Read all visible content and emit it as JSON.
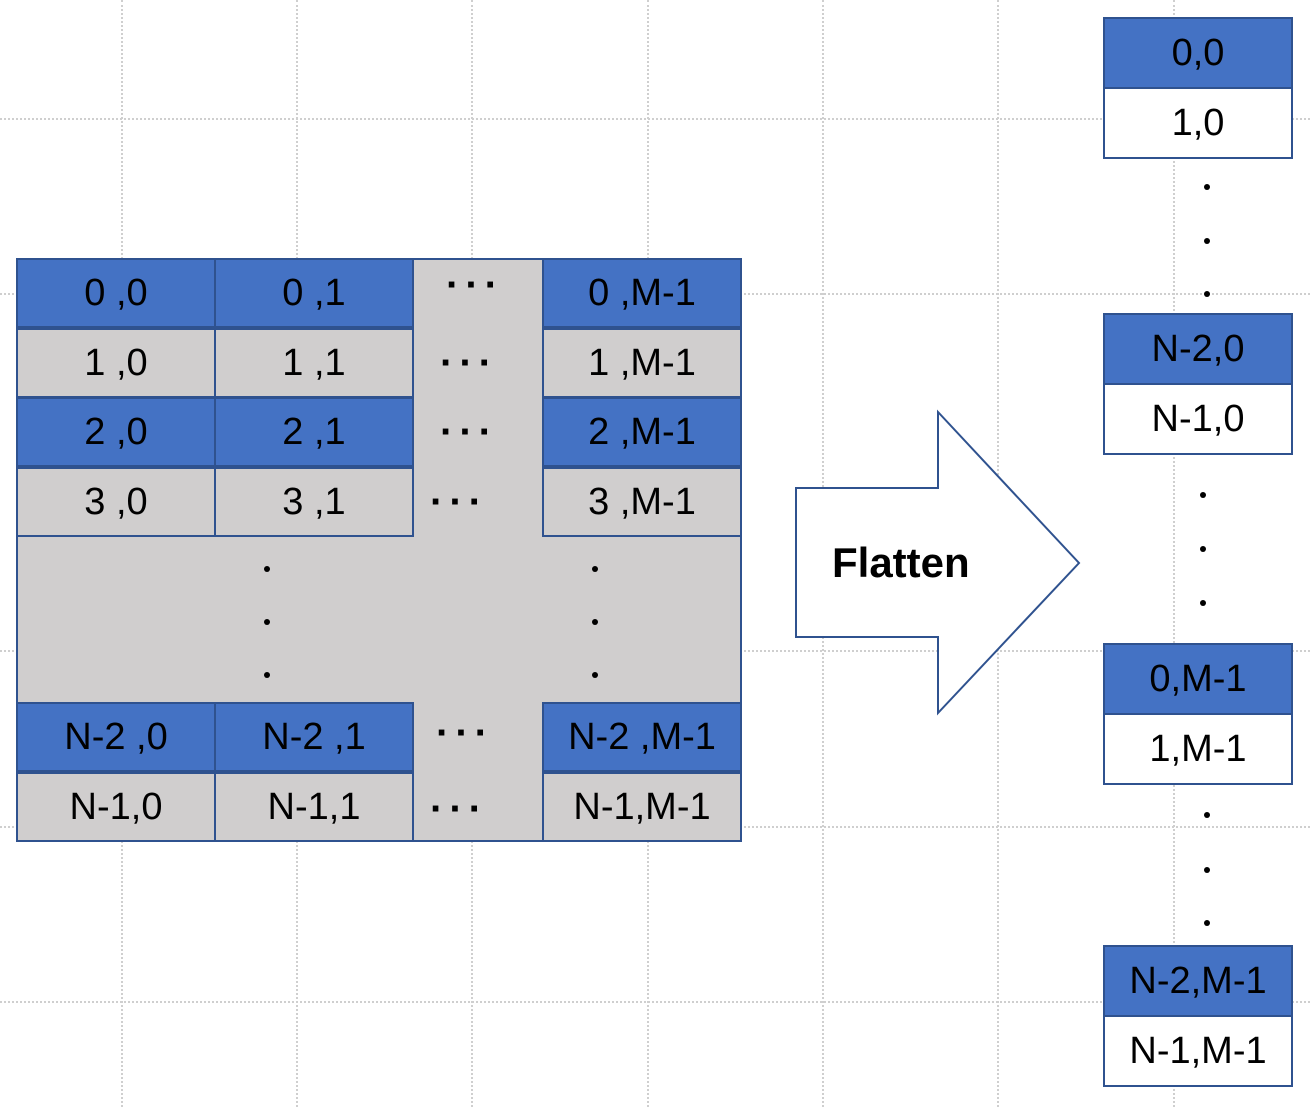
{
  "matrix": {
    "rows": [
      {
        "style": "blue",
        "cells": [
          "0 ,0",
          "0 ,1",
          "0 ,M-1"
        ],
        "ellipsis": "···"
      },
      {
        "style": "gray",
        "cells": [
          "1 ,0",
          "1 ,1",
          "1 ,M-1"
        ],
        "ellipsis": "···"
      },
      {
        "style": "blue",
        "cells": [
          "2 ,0",
          "2 ,1",
          "2 ,M-1"
        ],
        "ellipsis": "···"
      },
      {
        "style": "gray",
        "cells": [
          "3 ,0",
          "3 ,1",
          "3 ,M-1"
        ],
        "ellipsis": "···"
      },
      {
        "style": "blue",
        "cells": [
          "N-2 ,0",
          "N-2 ,1",
          "N-2 ,M-1"
        ],
        "ellipsis": "···"
      },
      {
        "style": "gray",
        "cells": [
          "N-1,0",
          "N-1,1",
          "N-1,M-1"
        ],
        "ellipsis": "···"
      }
    ]
  },
  "arrow": {
    "label": "Flatten"
  },
  "flattened": {
    "items": [
      {
        "style": "blue",
        "label": "0,0"
      },
      {
        "style": "white",
        "label": "1,0"
      },
      {
        "style": "blue",
        "label": "N-2,0"
      },
      {
        "style": "white",
        "label": "N-1,0"
      },
      {
        "style": "blue",
        "label": "0,M-1"
      },
      {
        "style": "white",
        "label": "1,M-1"
      },
      {
        "style": "blue",
        "label": "N-2,M-1"
      },
      {
        "style": "white",
        "label": "N-1,M-1"
      }
    ]
  },
  "colors": {
    "cell_blue": "#4472c4",
    "cell_gray": "#d0cece",
    "border": "#2f528f",
    "arrow_stroke": "#2f528f"
  }
}
